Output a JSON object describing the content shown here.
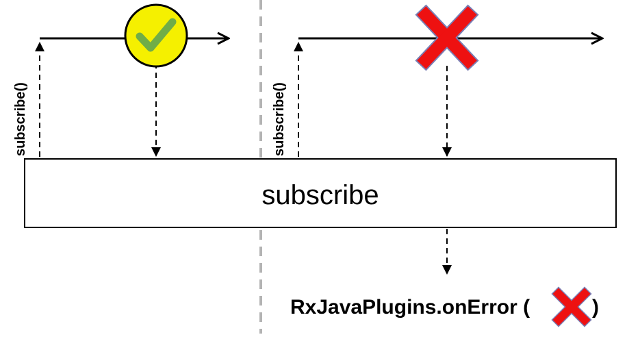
{
  "operator": {
    "label": "subscribe"
  },
  "left_panel": {
    "subscribe_label": "subscribe()",
    "event_icon": "check-icon"
  },
  "right_panel": {
    "subscribe_label": "subscribe()",
    "event_icon": "error-x-icon"
  },
  "footer": {
    "prefix": "RxJavaPlugins.onError (",
    "suffix": ")",
    "icon": "error-x-icon"
  },
  "colors": {
    "check_fill": "#f5f000",
    "check_mark": "#70ad47",
    "error_x": "#ee1111",
    "error_x_outline": "#7a7fb5",
    "divider": "#b3b3b3",
    "line": "#000000"
  }
}
